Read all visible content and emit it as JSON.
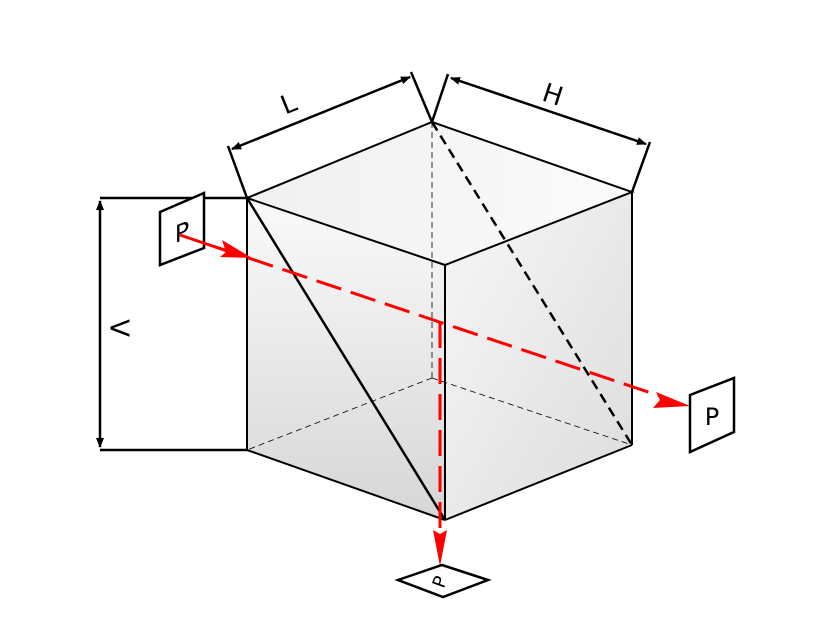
{
  "diagram": {
    "dimension_labels": {
      "length": "L",
      "height": "H",
      "vertical": "V"
    },
    "polarization_labels": {
      "input": "P",
      "transmitted": "P",
      "reflected": "P"
    },
    "colors": {
      "line": "#000000",
      "beam": "#ff0000",
      "face_light": "#f4f4f4",
      "face_dark": "#d8d8d8"
    }
  }
}
